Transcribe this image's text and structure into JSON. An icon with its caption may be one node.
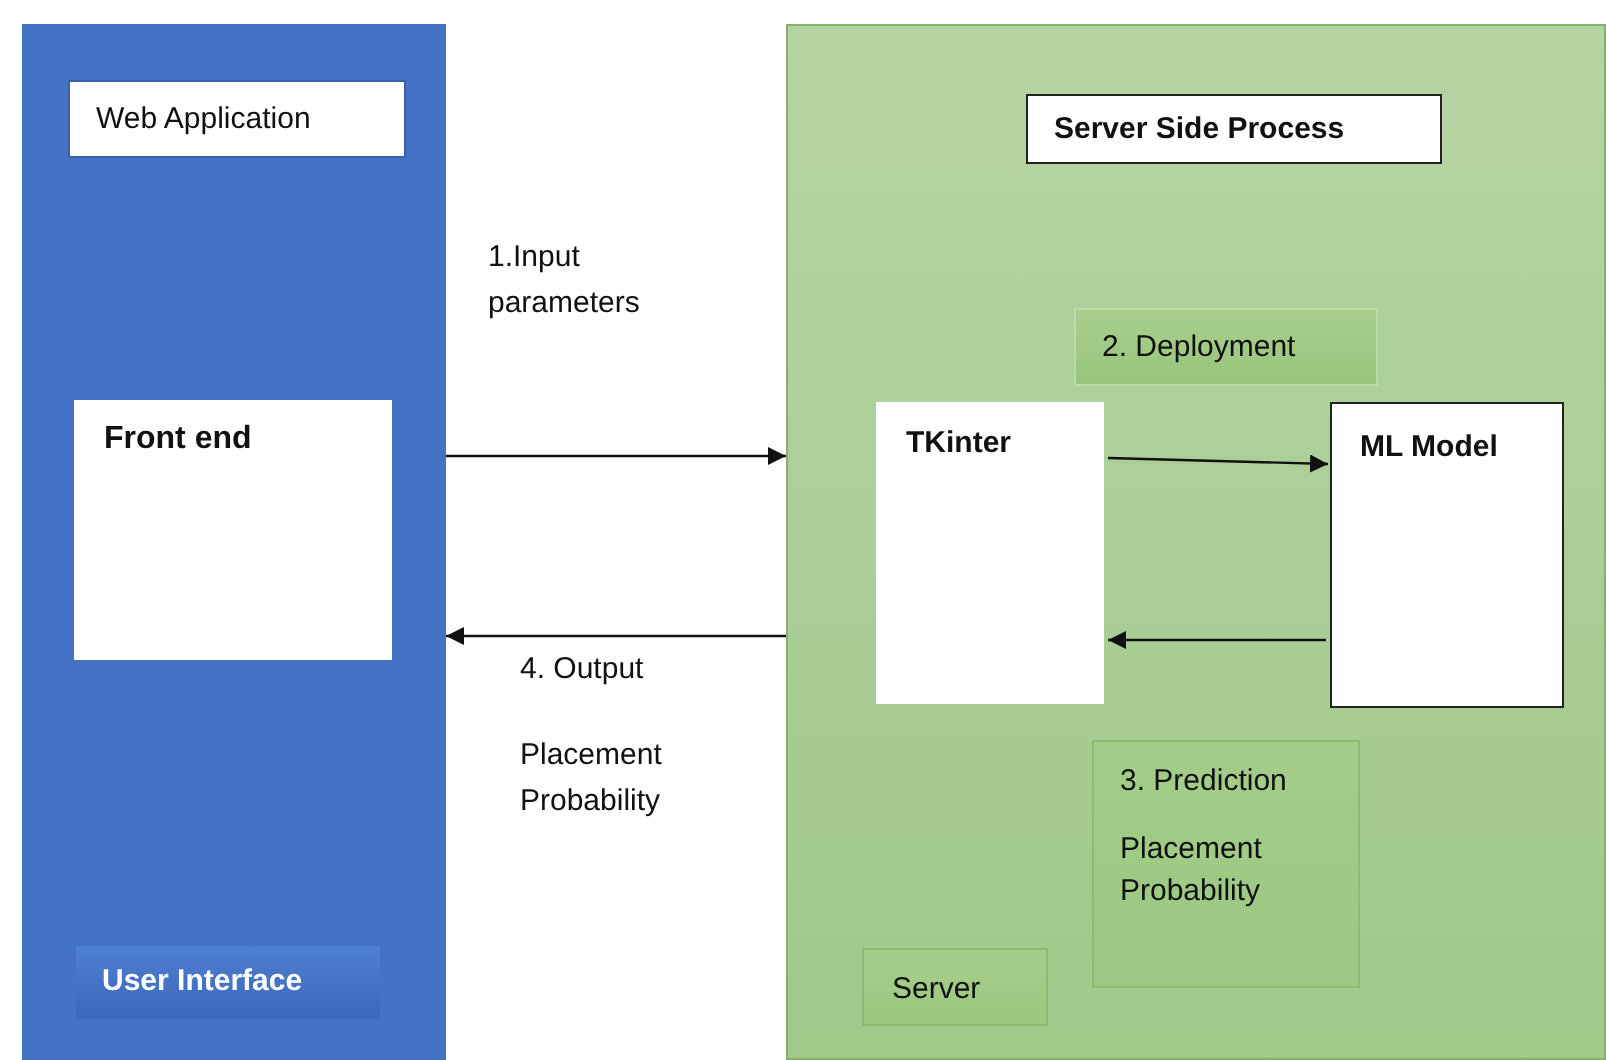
{
  "diagram": {
    "nodes": [
      {
        "text": [],
        "shape": "box"
      },
      {
        "text": [
          "Web Application"
        ],
        "in": 0
      },
      {
        "text": [
          "Front end"
        ],
        "in": 0
      },
      {
        "text": [
          "User Interface"
        ],
        "in": 0
      },
      {
        "text": [],
        "shape": "box"
      },
      {
        "text": [
          "Server Side Process"
        ],
        "in": 4
      },
      {
        "text": [
          "2. Deployment"
        ],
        "in": 4
      },
      {
        "text": [
          "TKinter"
        ],
        "in": 4
      },
      {
        "text": [
          "ML Model"
        ],
        "in": 4
      },
      {
        "text": [
          "3. Prediction",
          "Placement Probability"
        ],
        "in": 4
      },
      {
        "text": [
          "Server"
        ],
        "in": 4
      }
    ],
    "edges": [
      {
        "from": 0,
        "to": 4,
        "arrow": "to",
        "label": "1.Input parameters"
      },
      {
        "from": 4,
        "to": 0,
        "arrow": "to",
        "label": "4. Output"
      },
      {
        "from": 7,
        "to": 8,
        "arrow": "to"
      },
      {
        "from": 8,
        "to": 7,
        "arrow": "to"
      }
    ],
    "labels": [
      "Placement Probability"
    ]
  }
}
